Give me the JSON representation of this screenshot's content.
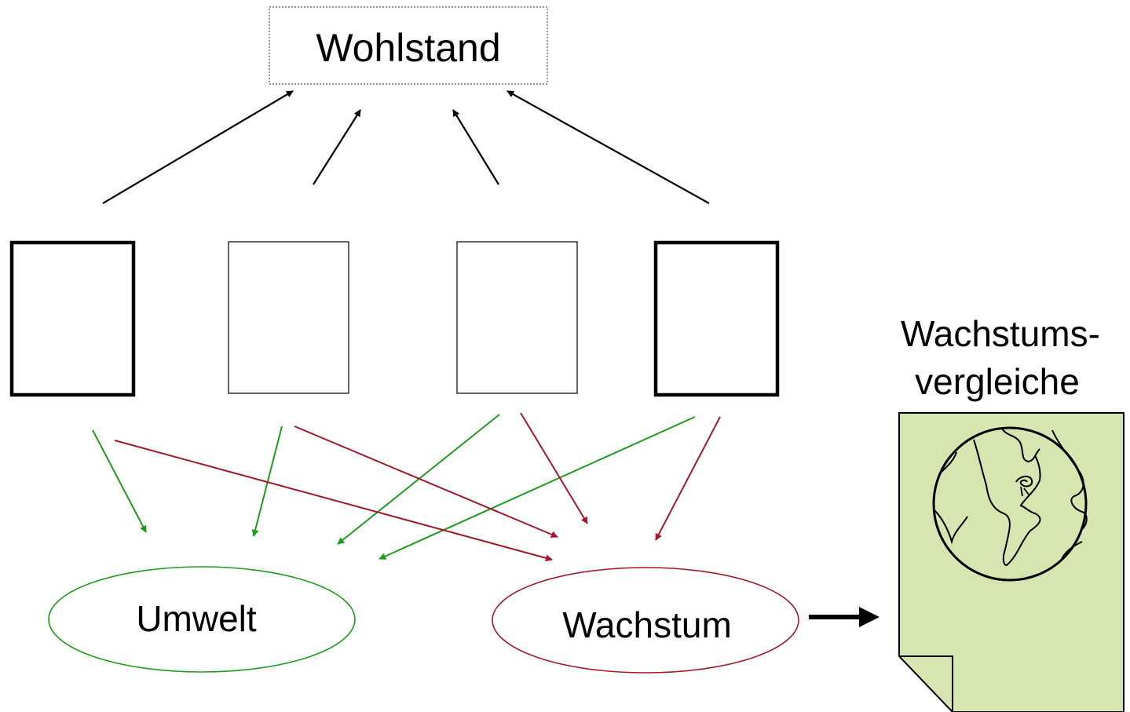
{
  "diagram": {
    "top_node": {
      "label": "Wohlstand"
    },
    "boxes": [
      {
        "id": "box-1",
        "emphasis": "bold"
      },
      {
        "id": "box-2",
        "emphasis": "normal"
      },
      {
        "id": "box-3",
        "emphasis": "normal"
      },
      {
        "id": "box-4",
        "emphasis": "bold"
      }
    ],
    "ellipses": [
      {
        "label": "Umwelt",
        "color": "#1e9b1e"
      },
      {
        "label": "Wachstum",
        "color": "#a0192d"
      }
    ],
    "side_document": {
      "title_line_1": "Wachstums-",
      "title_line_2": "vergleiche",
      "fill_color": "#d7e6b0",
      "icon": "globe-icon"
    },
    "colors": {
      "environment": "#1e9b1e",
      "growth": "#a0192d",
      "neutral": "#000000"
    }
  }
}
